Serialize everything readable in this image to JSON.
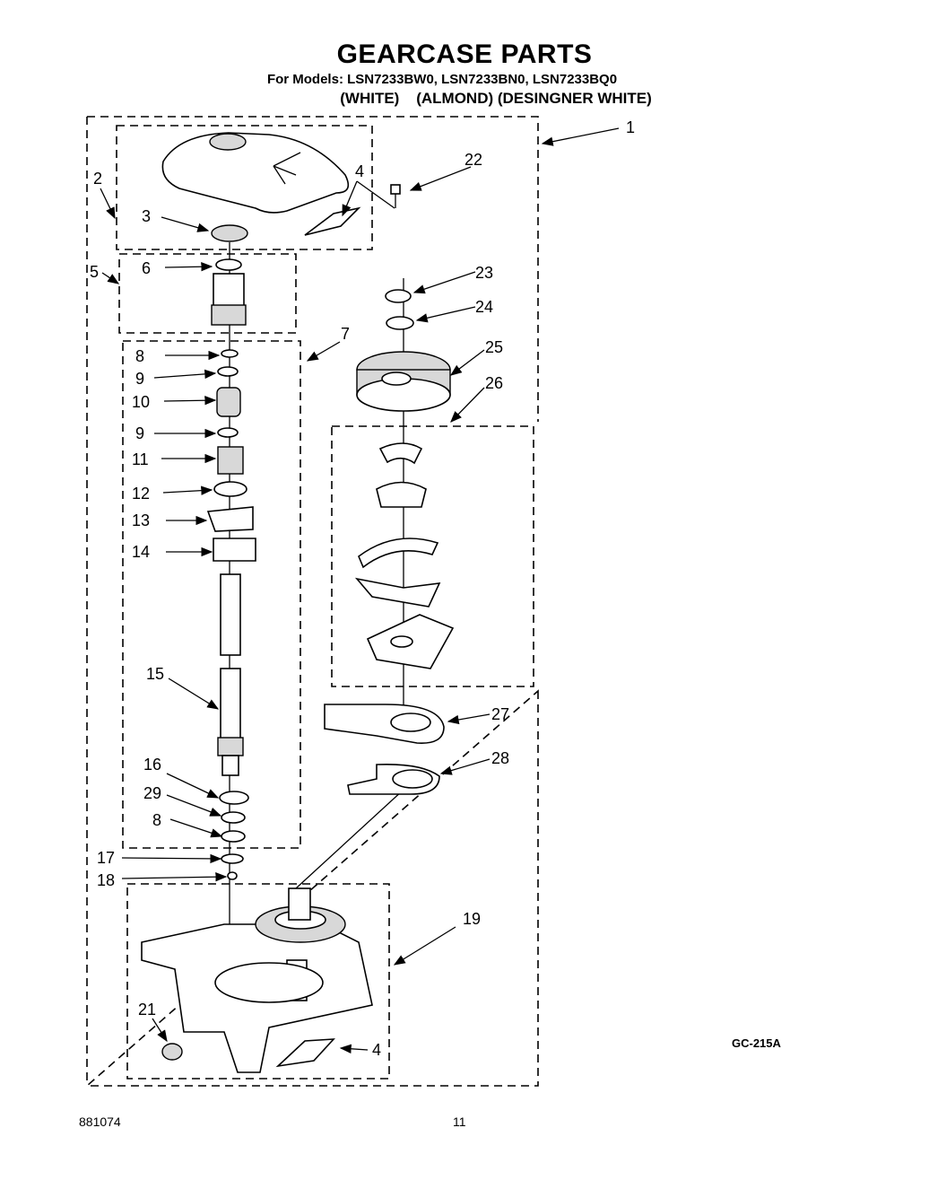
{
  "header": {
    "title": "GEARCASE PARTS",
    "models": "For Models: LSN7233BW0, LSN7233BN0, LSN7233BQ0",
    "colors": "(WHITE)    (ALMOND) (DESINGNER WHITE)"
  },
  "footer": {
    "code": "GC-215A",
    "doc_number": "881074",
    "page_number": "11"
  },
  "callouts": [
    "1",
    "2",
    "3",
    "4",
    "22",
    "5",
    "6",
    "23",
    "24",
    "7",
    "8",
    "9",
    "10",
    "9",
    "11",
    "25",
    "26",
    "12",
    "13",
    "14",
    "15",
    "27",
    "28",
    "16",
    "29",
    "8",
    "17",
    "18",
    "19",
    "21",
    "4"
  ]
}
